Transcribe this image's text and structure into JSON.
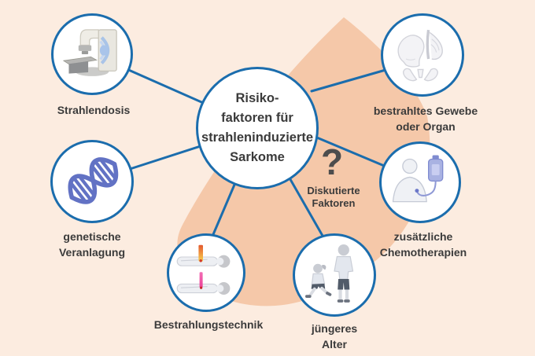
{
  "title": "Risikofaktoren für strahleninduzierte Sarkome (Infografik)",
  "central": {
    "label": "Risiko-\nfaktoren für\nstrahleninduzierte\nSarkome"
  },
  "nodes": [
    {
      "id": "strahlendosis",
      "label": "Strahlendosis",
      "icon": "linac-machine-icon"
    },
    {
      "id": "bestrahltes-gewebe",
      "label": "bestrahltes Gewebe\noder Organ",
      "icon": "irradiated-organs-icon"
    },
    {
      "id": "genetische-veranlagung",
      "label": "genetische\nVeranlagung",
      "icon": "dna-helix-icon"
    },
    {
      "id": "chemotherapien",
      "label": "zusätzliche\nChemotherapien",
      "icon": "iv-chemo-bag-icon"
    },
    {
      "id": "bestrahlungstechnik",
      "label": "Bestrahlungstechnik",
      "icon": "radiation-beams-icon"
    },
    {
      "id": "juengeres-alter",
      "label": "jüngeres\nAlter",
      "icon": "children-icon"
    }
  ],
  "discussed_factors": {
    "symbol": "?",
    "label": "Diskutierte\nFaktoren"
  },
  "colors": {
    "background": "#fcece0",
    "swoosh": "#f5c8a9",
    "accent_blue": "#1b6dad",
    "text": "#3b3b3b",
    "question_mark": "#4d4d4d",
    "dna_blue": "#6272c4",
    "beam_hot_top": "#e2582f",
    "beam_hot_bottom": "#f6d14e",
    "beam_pink": "#ec3f97"
  }
}
